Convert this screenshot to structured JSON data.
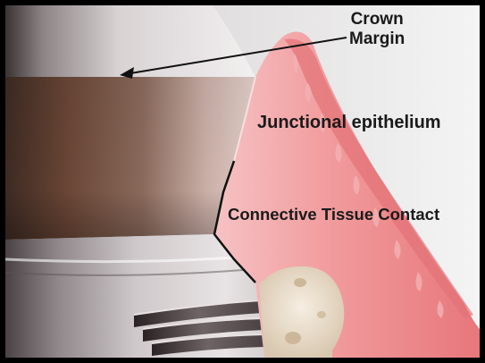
{
  "figure": {
    "labels": {
      "crown_margin_line1": "Crown",
      "crown_margin_line2": "Margin",
      "junctional_epithelium": "Junctional epithelium",
      "connective_tissue_contact": "Connective Tissue Contact"
    },
    "colors": {
      "frame": "#000000",
      "background": "#f3f3f3",
      "gingiva": "#ef8f8f",
      "gingiva_dark": "#e06f73",
      "abutment_band": "#6b4a3a",
      "implant_metal": "#c9c4c6",
      "bone": "#ece0cf",
      "annotation": "#111111"
    }
  }
}
